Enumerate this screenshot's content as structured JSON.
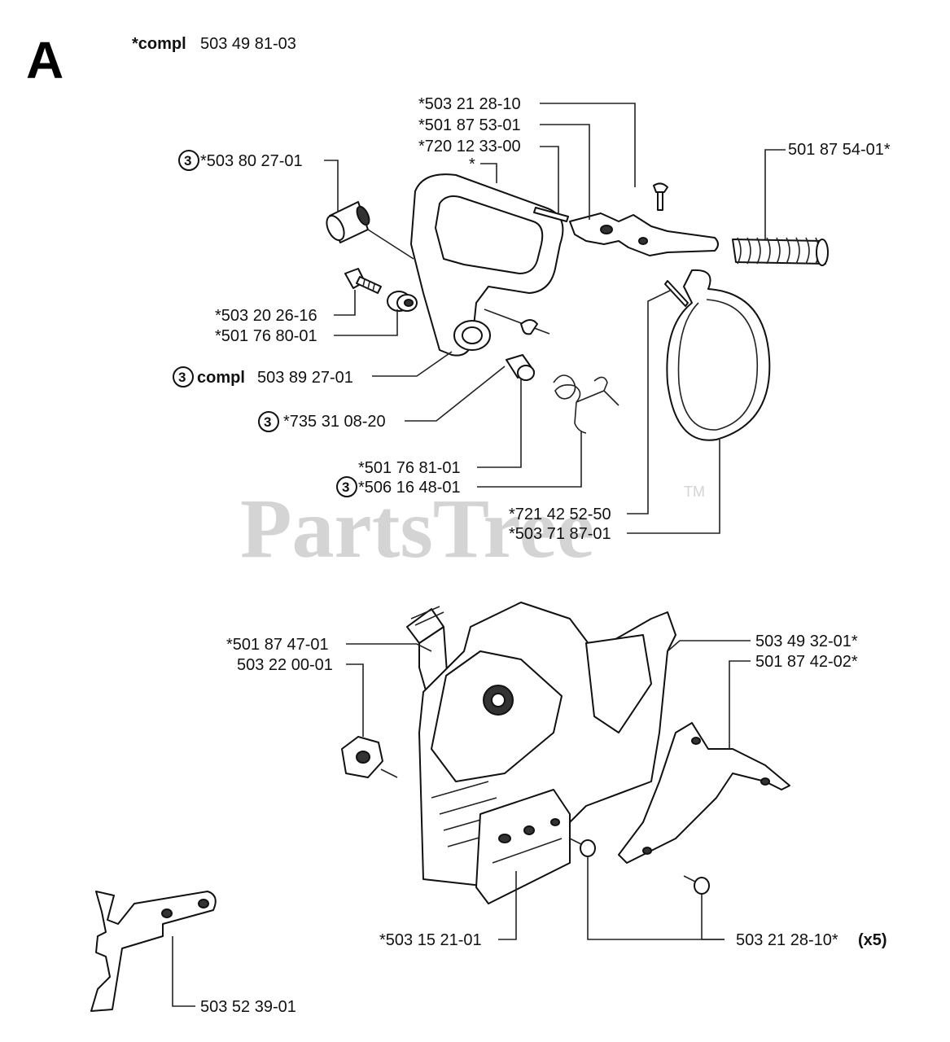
{
  "section_letter": "A",
  "header": {
    "prefix": "*compl",
    "number": "503 49 81-03"
  },
  "watermark": {
    "text": "PartsTree",
    "tm": "TM"
  },
  "callout_mark": "3",
  "labels": {
    "l_503_80_27": "*503 80 27-01",
    "l_503_21_28_10": "*503 21 28-10",
    "l_501_87_53": "*501 87 53-01",
    "l_720_12_33": "*720 12 33-00",
    "l_star": "*",
    "l_501_87_54": "501 87 54-01*",
    "l_503_20_26": "*503 20 26-16",
    "l_501_76_80": "*501 76 80-01",
    "l_compl_prefix": "compl",
    "l_compl_num": "503 89 27-01",
    "l_735_31_08": "*735 31 08-20",
    "l_501_76_81": "*501 76 81-01",
    "l_506_16_48": "*506 16 48-01",
    "l_721_42_52": "*721 42 52-50",
    "l_503_71_87": "*503 71 87-01",
    "l_501_87_47": "*501 87 47-01",
    "l_503_22_00": "503 22 00-01",
    "l_503_49_32": "503 49 32-01*",
    "l_501_87_42": "501 87 42-02*",
    "l_503_15_21": "*503 15 21-01",
    "l_503_21_28_x": "503 21 28-10*",
    "l_x5": "(x5)",
    "l_503_52_39": "503 52 39-01"
  }
}
